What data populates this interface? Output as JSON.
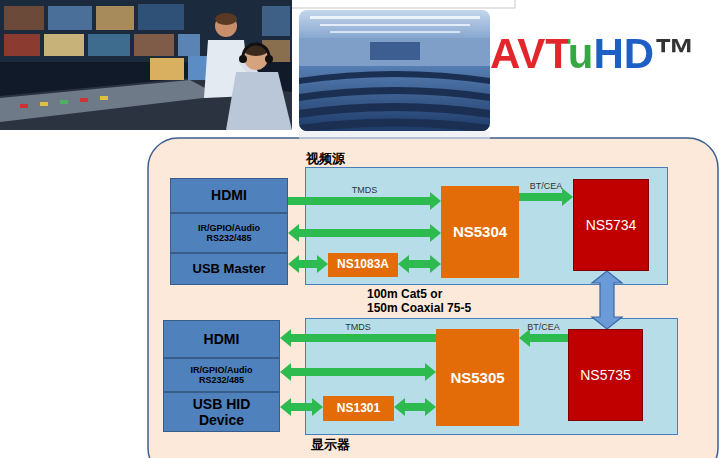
{
  "diagram": {
    "nodes": [
      {
        "text": [
          "视频源"
        ]
      },
      {
        "text": [
          "HDMI"
        ]
      },
      {
        "text": [
          "IR/GPIO/Audio RS232/485"
        ]
      },
      {
        "text": [
          "USB Master"
        ]
      },
      {
        "text": [
          "NS1083A"
        ],
        "in": 0
      },
      {
        "text": [
          "NS5304"
        ],
        "in": 0
      },
      {
        "text": [
          "NS5734"
        ],
        "in": 0
      },
      {
        "text": [
          "显示器"
        ]
      },
      {
        "text": [
          "HDMI"
        ]
      },
      {
        "text": [
          "IR/GPIO/Audio RS232/485"
        ]
      },
      {
        "text": [
          "USB HID Device"
        ]
      },
      {
        "text": [
          "NS1301"
        ],
        "in": 7
      },
      {
        "text": [
          "NS5305"
        ],
        "in": 7
      },
      {
        "text": [
          "NS5735"
        ],
        "in": 7
      }
    ],
    "edges": [
      {
        "from": 1,
        "to": 5,
        "arrow": "to",
        "label": "TMDS"
      },
      {
        "from": 2,
        "to": 5,
        "arrow": "both"
      },
      {
        "from": 3,
        "to": 4,
        "arrow": "both"
      },
      {
        "from": 4,
        "to": 5,
        "arrow": "both"
      },
      {
        "from": 5,
        "to": 6,
        "arrow": "to",
        "label": "BT/CEA"
      },
      {
        "from": 6,
        "to": 13,
        "arrow": "both"
      },
      {
        "from": 12,
        "to": 8,
        "arrow": "to",
        "label": "TMDS"
      },
      {
        "from": 9,
        "to": 12,
        "arrow": "both"
      },
      {
        "from": 10,
        "to": 11,
        "arrow": "both"
      },
      {
        "from": 11,
        "to": 12,
        "arrow": "both"
      },
      {
        "from": 13,
        "to": 12,
        "arrow": "to",
        "label": "BT/CEA"
      }
    ],
    "labels": [
      "AVTuHD™",
      "100m Cat5 or 150m Coaxial 75-5"
    ]
  }
}
